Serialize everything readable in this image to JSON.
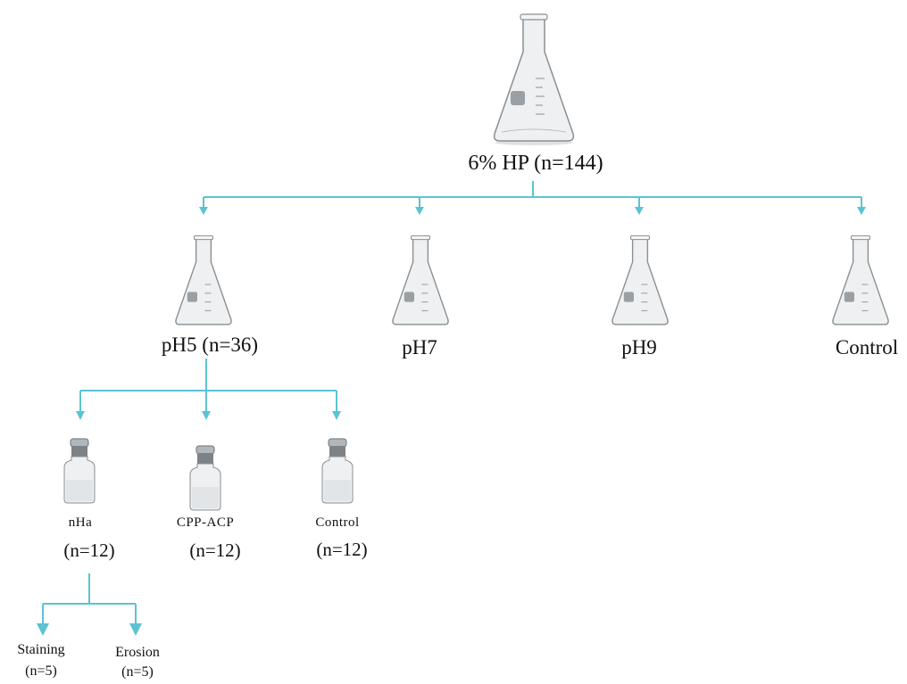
{
  "diagram": {
    "root": {
      "label": "6% HP  (n=144)",
      "icon": "flask-icon"
    },
    "level1": [
      {
        "label": "pH5 (n=36)",
        "icon": "flask-icon"
      },
      {
        "label": "pH7",
        "icon": "flask-icon"
      },
      {
        "label": "pH9",
        "icon": "flask-icon"
      },
      {
        "label": "Control",
        "icon": "flask-icon"
      }
    ],
    "level2": [
      {
        "label": "nHa",
        "count": "(n=12)",
        "icon": "vial-icon"
      },
      {
        "label": "CPP-ACP",
        "count": "(n=12)",
        "icon": "vial-icon"
      },
      {
        "label": "Control",
        "count": "(n=12)",
        "icon": "vial-icon"
      }
    ],
    "level3": [
      {
        "label": "Staining",
        "count": "(n=5)"
      },
      {
        "label": "Erosion",
        "count": "(n=5)"
      }
    ],
    "colors": {
      "connector": "#5bc3d2",
      "glass": "#eef0f1",
      "glass_edge": "#8a8f93"
    }
  }
}
